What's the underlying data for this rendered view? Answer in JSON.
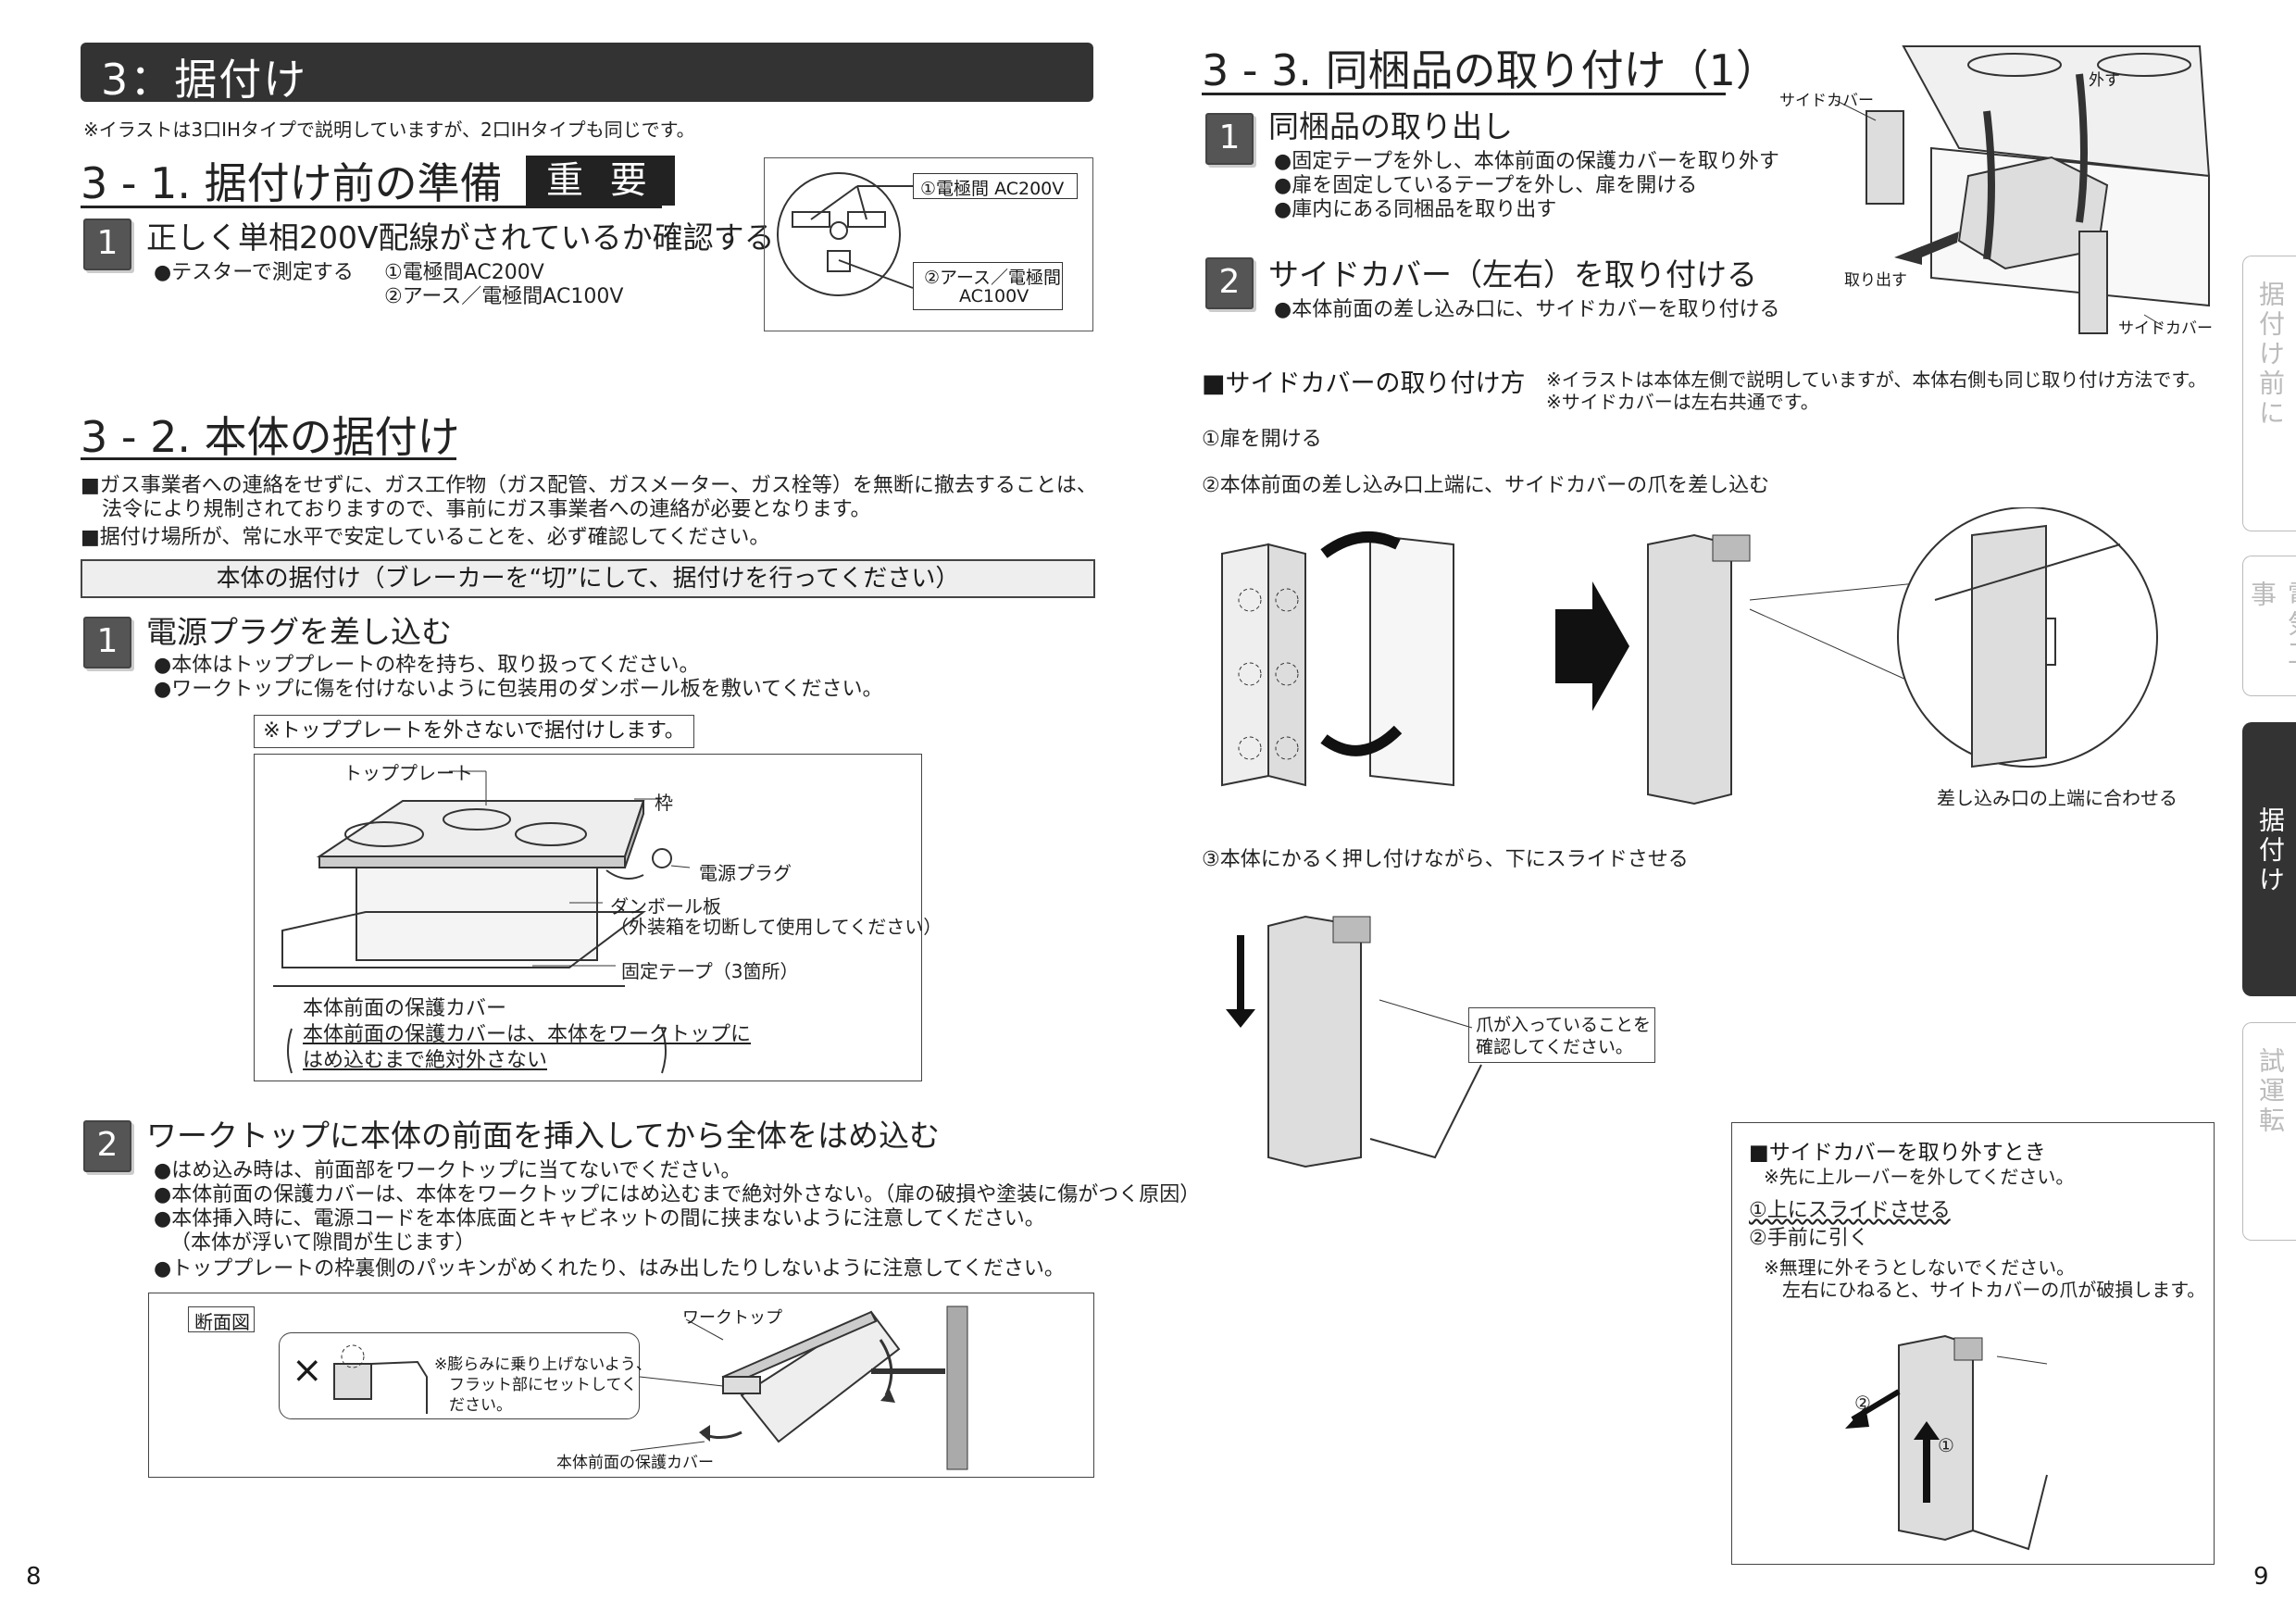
{
  "left": {
    "chapter_title": "3：据付け",
    "note": "※イラストは3口IHタイプで説明していますが、2口IHタイプも同じです。",
    "s31": {
      "title": "3 - 1. 据付け前の準備",
      "badge": "重 要",
      "step1_num": "1",
      "step1_title": "正しく単相200V配線がされているか確認する",
      "bullet": "●テスターで測定する",
      "v1": "①電極間AC200V",
      "v2": "②アース／電極間AC100V",
      "fig_label1": "①電極間 AC200V",
      "fig_label2a": "②アース／電極間",
      "fig_label2b": "AC100V"
    },
    "s32": {
      "title": "3 - 2. 本体の据付け",
      "warn1a": "■ガス事業者への連絡をせずに、ガス工作物（ガス配管、ガスメーター、ガス栓等）を無断に撤去することは、",
      "warn1b": "法令により規制されておりますので、事前にガス事業者への連絡が必要となります。",
      "warn2": "■据付け場所が、常に水平で安定していることを、必ず確認してください。",
      "banner": "本体の据付け（ブレーカーを“切”にして、据付けを行ってください）",
      "step1_num": "1",
      "step1_title": "電源プラグを差し込む",
      "step1_b1": "●本体はトッププレートの枠を持ち、取り扱ってください。",
      "step1_b2": "●ワークトップに傷を付けないように包装用のダンボール板を敷いてください。",
      "fig_caption": "※トッププレートを外さないで据付けします。",
      "lbl_topplate": "トッププレート",
      "lbl_frame": "枠",
      "lbl_plug": "電源プラグ",
      "lbl_cardboard1": "ダンボール板",
      "lbl_cardboard2": "（外装箱を切断して使用してください）",
      "lbl_tape": "固定テープ（3箇所）",
      "lbl_cover": "本体前面の保護カバー",
      "lbl_cover_note1": "本体前面の保護カバーは、本体をワークトップに",
      "lbl_cover_note2": "はめ込むまで絶対外さない",
      "step2_num": "2",
      "step2_title": "ワークトップに本体の前面を挿入してから全体をはめ込む",
      "step2_b1": "●はめ込み時は、前面部をワークトップに当てないでください。",
      "step2_b2": "●本体前面の保護カバーは、本体をワークトップにはめ込むまで絶対外さない。（扉の破損や塗装に傷がつく原因）",
      "step2_b3": "●本体挿入時に、電源コードを本体底面とキャビネットの間に挟まないように注意してください。",
      "step2_b3b": "（本体が浮いて隙間が生じます）",
      "step2_b4": "●トッププレートの枠裏側のパッキンがめくれたり、はみ出したりしないように注意してください。",
      "sect_label": "断面図",
      "cross": "×",
      "sect_note1": "※膨らみに乗り上げないよう、",
      "sect_note2": "フラット部にセットしてく",
      "sect_note3": "ださい。",
      "lbl_worktop": "ワークトップ",
      "lbl_cover2": "本体前面の保護カバー"
    },
    "page_no": "8"
  },
  "right": {
    "title": "3 - 3. 同梱品の取り付け（1）",
    "step1_num": "1",
    "step1_title": "同梱品の取り出し",
    "step1_b1": "●固定テープを外し、本体前面の保護カバーを取り外す",
    "step1_b2": "●扉を固定しているテープを外し、扉を開ける",
    "step1_b3": "●庫内にある同梱品を取り出す",
    "step2_num": "2",
    "step2_title": "サイドカバー（左右）を取り付ける",
    "step2_b1": "●本体前面の差し込み口に、サイドカバーを取り付ける",
    "fig_side_cover": "サイドカバー",
    "fig_remove": "外す",
    "fig_takeout": "取り出す",
    "fig_side_cover2": "サイドカバー",
    "how_title": "■サイドカバーの取り付け方",
    "how_note1": "※イラストは本体左側で説明していますが、本体右側も同じ取り付け方法です。",
    "how_note2": "※サイドカバーは左右共通です。",
    "how1": "①扉を開ける",
    "how2": "②本体前面の差し込み口上端に、サイドカバーの爪を差し込む",
    "how2_caption": "差し込み口の上端に合わせる",
    "how3": "③本体にかるく押し付けながら、下にスライドさせる",
    "how3_note1": "爪が入っていることを",
    "how3_note2": "確認してください。",
    "remove_title": "■サイドカバーを取り外すとき",
    "remove_note": "※先に上ルーバーを外してください。",
    "remove1": "①上にスライドさせる",
    "remove2": "②手前に引く",
    "remove_warn1": "※無理に外そうとしないでください。",
    "remove_warn2": "左右にひねると、サイトカバーの爪が破損します。",
    "mark1": "①",
    "mark2": "②",
    "page_no": "9"
  },
  "tabs": [
    "据付け前に",
    "電気工事",
    "据付け",
    "試運転"
  ],
  "active_tab": 2
}
